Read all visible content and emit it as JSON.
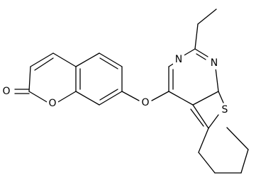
{
  "atoms": {
    "carbonyl_o": "O",
    "ring_o": "O",
    "ether_o": "O",
    "n_upper": "N",
    "n_lower": "N",
    "sulfur": "S"
  }
}
